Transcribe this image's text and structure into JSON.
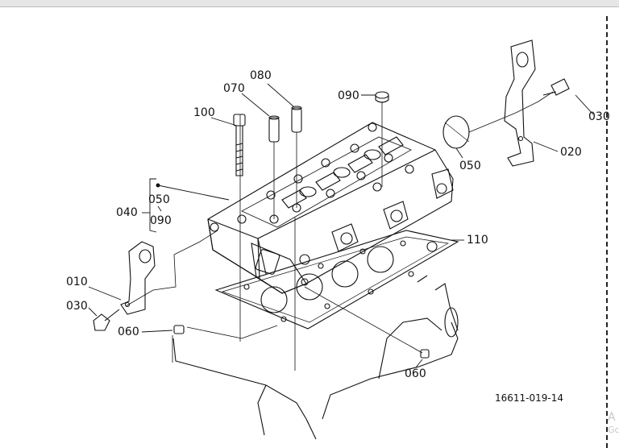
{
  "diagram": {
    "labels": {
      "p010": "010",
      "p020": "020",
      "p030a": "030",
      "p030b": "030",
      "p040": "040",
      "p050": "050",
      "p050b": "050",
      "p060a": "060",
      "p060b": "060",
      "p070": "070",
      "p080": "080",
      "p090a": "090",
      "p090b": "090",
      "p100": "100",
      "p110": "110"
    },
    "figure_code": "16611-019-14",
    "watermark": {
      "line1": "A",
      "line2": "Gc"
    }
  }
}
